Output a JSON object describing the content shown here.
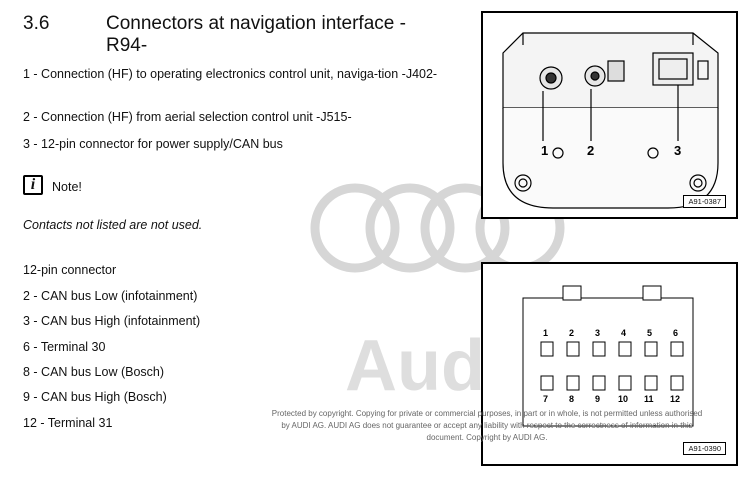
{
  "section": {
    "number": "3.6",
    "title": "Connectors at navigation interface -R94-"
  },
  "items": [
    "1 - Connection (HF) to operating electronics control unit, naviga-tion -J402-",
    "2 - Connection (HF) from aerial selection control unit -J515-",
    "3 - 12-pin connector for power supply/CAN bus"
  ],
  "note": {
    "label": "Note!",
    "icon": "info-icon",
    "text": "Contacts not listed are not used."
  },
  "pin_title": "12-pin connector",
  "pins": [
    "2 - CAN bus Low (infotainment)",
    "3 - CAN bus High (infotainment)",
    "6 - Terminal 30",
    "8 - CAN bus Low (Bosch)",
    "9 - CAN bus High (Bosch)",
    "12 - Terminal 31"
  ],
  "figure1": {
    "code": "A91-0387",
    "callouts": [
      "1",
      "2",
      "3"
    ]
  },
  "figure2": {
    "code": "A91-0390",
    "top_row": [
      "1",
      "2",
      "3",
      "4",
      "5",
      "6"
    ],
    "bottom_row": [
      "7",
      "8",
      "9",
      "10",
      "11",
      "12"
    ]
  },
  "watermark": {
    "brand": "Audi",
    "text": "Audi"
  },
  "copyright": "Protected by copyright. Copying for private or commercial purposes, in part or in whole, is not permitted unless authorised by AUDI AG. AUDI AG does not guarantee or accept any liability with respect to the correctness of information in this document. Copyright by AUDI AG."
}
